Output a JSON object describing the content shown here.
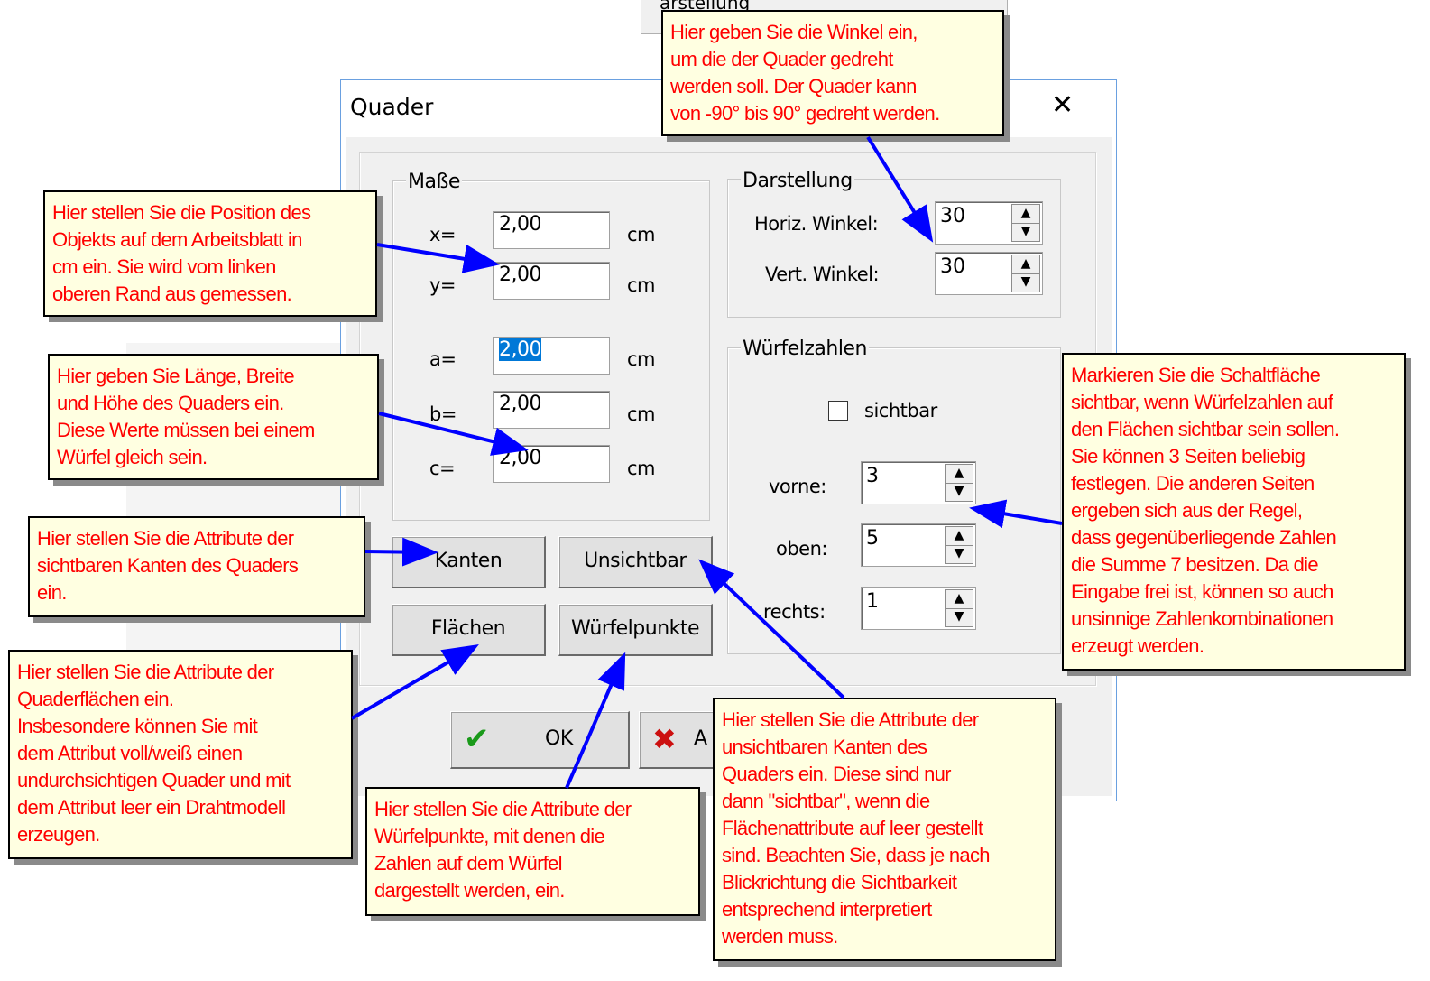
{
  "background": {
    "fragment_title": "arstellung"
  },
  "dialog": {
    "title": "Quader",
    "close_glyph": "✕",
    "masse": {
      "legend": "Maße",
      "x_label": "x=",
      "x_value": "2,00",
      "x_unit": "cm",
      "y_label": "y=",
      "y_value": "2,00",
      "y_unit": "cm",
      "a_label": "a=",
      "a_value": "2,00",
      "a_unit": "cm",
      "b_label": "b=",
      "b_value": "2,00",
      "b_unit": "cm",
      "c_label": "c=",
      "c_value": "2,00",
      "c_unit": "cm"
    },
    "darstellung": {
      "legend": "Darstellung",
      "horiz_label": "Horiz. Winkel:",
      "horiz_value": "30",
      "vert_label": "Vert. Winkel:",
      "vert_value": "30"
    },
    "wuerfelzahlen": {
      "legend": "Würfelzahlen",
      "sichtbar_label": "sichtbar",
      "sichtbar_checked": false,
      "vorne_label": "vorne:",
      "vorne_value": "3",
      "oben_label": "oben:",
      "oben_value": "5",
      "rechts_label": "rechts:",
      "rechts_value": "1"
    },
    "buttons": {
      "kanten": "Kanten",
      "unsichtbar": "Unsichtbar",
      "flaechen": "Flächen",
      "wuerfelpunkte": "Würfelpunkte",
      "ok": "OK",
      "abbrechen_visible": "A"
    },
    "spin_up": "▲",
    "spin_down": "▼",
    "ok_icon": "✔",
    "cancel_icon": "✖"
  },
  "notes": {
    "winkel": "Hier geben Sie die Winkel ein,\num die der Quader gedreht\nwerden soll. Der Quader kann\nvon -90° bis 90° gedreht werden.",
    "position": "Hier stellen Sie die Position des\nObjekts auf dem Arbeitsblatt in\ncm ein. Sie wird vom linken\noberen Rand aus gemessen.",
    "masse": "Hier geben Sie Länge, Breite\nund Höhe des Quaders ein.\nDiese Werte müssen bei einem\nWürfel gleich sein.",
    "kanten": "Hier stellen Sie die Attribute der\nsichtbaren Kanten des Quaders\nein.",
    "flaechen": "Hier stellen Sie die Attribute der\nQuaderflächen ein.\nInsbesondere können Sie mit\ndem Attribut voll/weiß einen\nundurchsichtigen Quader und mit\ndem Attribut leer ein Drahtmodell\nerzeugen.",
    "wuerfelpunkte": "Hier stellen Sie die Attribute der\nWürfelpunkte, mit denen die\nZahlen auf dem Würfel\ndargestellt werden, ein.",
    "unsichtbar": "Hier stellen Sie die Attribute der\nunsichtbaren Kanten des\nQuaders ein. Diese sind nur\ndann \"sichtbar\", wenn die\nFlächenattribute auf leer gestellt\nsind. Beachten Sie, dass je nach\nBlickrichtung die Sichtbarkeit\nentsprechend interpretiert\nwerden muss.",
    "wuerfelzahlen": "Markieren Sie die Schaltfläche\nsichtbar, wenn Würfelzahlen auf\nden Flächen sichtbar sein sollen.\nSie können 3 Seiten beliebig\nfestlegen. Die anderen Seiten\nergeben sich aus der Regel,\ndass gegenüberliegende Zahlen\ndie Summe 7 besitzen. Da die\nEingabe frei ist, können so auch\nunsinnige Zahlenkombinationen\nerzeugt werden."
  },
  "colors": {
    "note_text": "#ff0000",
    "note_bg": "#ffffe1",
    "arrow": "#0000ff",
    "selection": "#0078d7"
  }
}
